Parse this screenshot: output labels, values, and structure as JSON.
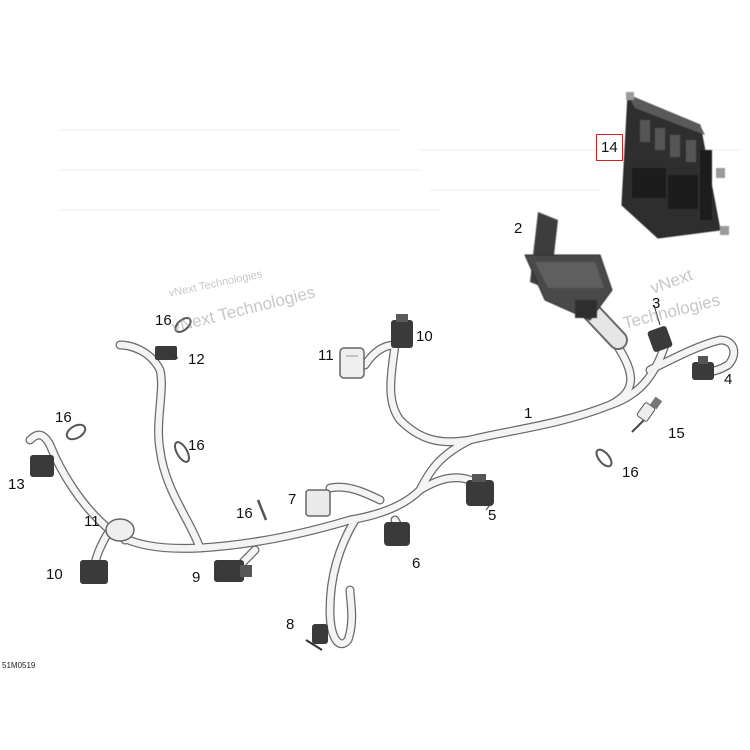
{
  "callouts": {
    "c1": "1",
    "c2": "2",
    "c3": "3",
    "c4": "4",
    "c5": "5",
    "c6": "6",
    "c7": "7",
    "c8": "8",
    "c9": "9",
    "c10a": "10",
    "c10b": "10",
    "c11a": "11",
    "c11b": "11",
    "c12": "12",
    "c13": "13",
    "c14": "14",
    "c15": "15",
    "c16a": "16",
    "c16b": "16",
    "c16c": "16",
    "c16d": "16",
    "c16e": "16"
  },
  "reference_code": "51M0519",
  "watermarks": {
    "w1_line1": "vNext Technologies",
    "w1_line2": "vNext Technologies",
    "w2_line1": "vNext",
    "w2_line2": "Technologies"
  },
  "colors": {
    "wire": "#f4f4f4",
    "wire_outline": "#6a6a6a",
    "connector_dark": "#3a3a3a",
    "connector_light": "#e8e8e8",
    "highlight_box": "#d42020"
  },
  "highlighted_part": "14"
}
